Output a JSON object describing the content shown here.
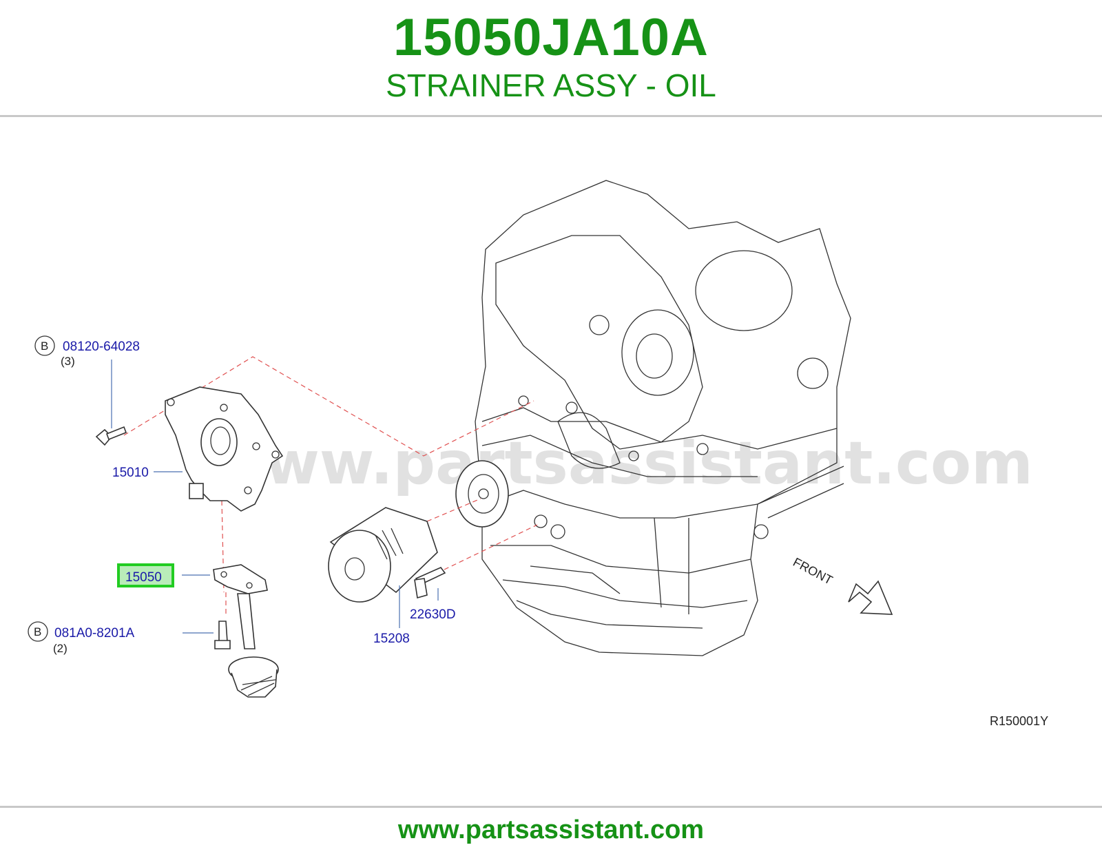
{
  "header": {
    "part_number": "15050JA10A",
    "part_name": "STRAINER ASSY - OIL"
  },
  "diagram": {
    "watermark": "www.partsassistant.com",
    "callouts": [
      {
        "id": "bolt-top",
        "prefix": "B",
        "number": "08120-64028",
        "qty": "(3)"
      },
      {
        "id": "pump",
        "number": "15010"
      },
      {
        "id": "strainer",
        "number": "15050",
        "highlighted": true
      },
      {
        "id": "bolt-bottom",
        "prefix": "B",
        "number": "081A0-8201A",
        "qty": "(2)"
      },
      {
        "id": "filter",
        "number": "15208"
      },
      {
        "id": "sensor",
        "number": "22630D"
      }
    ],
    "direction_label": "FRONT",
    "reference_code": "R150001Y",
    "highlight_color": "#22cc22",
    "label_color": "#1a1aa8"
  },
  "footer": {
    "site": "www.partsassistant.com"
  }
}
